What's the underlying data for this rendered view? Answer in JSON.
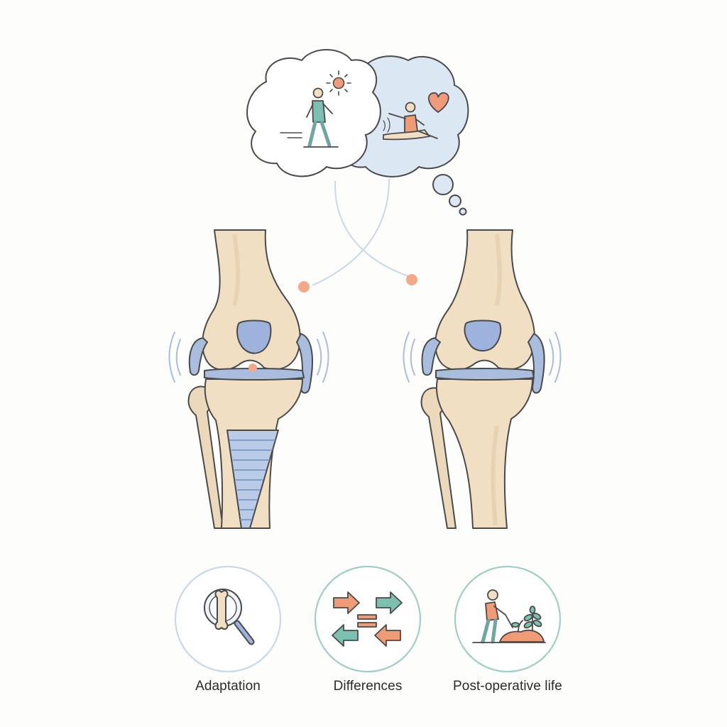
{
  "colors": {
    "bone": "#f1dfc4",
    "bone_shade": "#dfc6a3",
    "outline": "#4a4a4a",
    "cartilage": "#a9bddf",
    "accent": "#f0a27c",
    "teal": "#6fb5a8",
    "bubble_blue": "#dbe7f2"
  },
  "thought_bubbles": [
    {
      "name": "walking",
      "icons": [
        "walking-person-icon",
        "sun-icon"
      ]
    },
    {
      "name": "exercise",
      "icons": [
        "stretching-person-icon",
        "heart-icon"
      ]
    }
  ],
  "knees": [
    {
      "name": "implant-knee",
      "feature": "tibial-stem-implant"
    },
    {
      "name": "natural-knee",
      "feature": "natural-tibia"
    }
  ],
  "bottom_icons": [
    {
      "name": "adaptation",
      "label": "Adaptation",
      "icon": "magnifier-bone-icon"
    },
    {
      "name": "differences",
      "label": "Differences",
      "icon": "arrows-compare-icon"
    },
    {
      "name": "post-operative-life",
      "label": "Post-operative life",
      "icon": "gardening-person-icon"
    }
  ]
}
